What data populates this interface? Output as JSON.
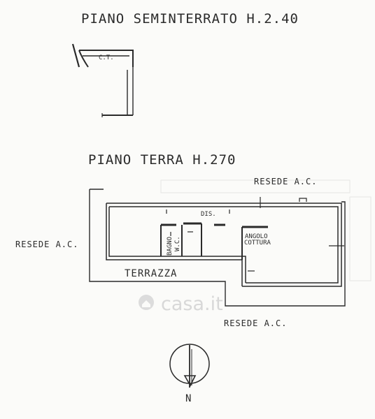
{
  "floors": {
    "basement": {
      "title": "PIANO SEMINTERRATO H.2.40",
      "room": "C.T."
    },
    "ground": {
      "title": "PIANO TERRA H.270",
      "rooms": {
        "dis": "DIS.",
        "bagno": "BAGNO",
        "wc": "W.C.",
        "angolo": "ANGOLO",
        "cottura": "COTTURA",
        "terrazza": "TERRAZZA"
      },
      "yards": {
        "top": "RESEDE A.C.",
        "left": "RESEDE A.C.",
        "bottom": "RESEDE A.C."
      }
    }
  },
  "compass": {
    "north": "N"
  },
  "watermark": {
    "text": "casa.it"
  }
}
